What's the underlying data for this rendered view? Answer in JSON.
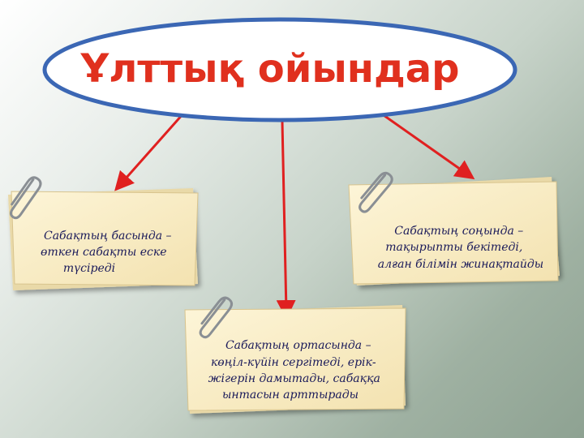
{
  "title": "Ұлттық ойындар",
  "colors": {
    "title": "#e0301e",
    "ellipse_border": "#3b67b4",
    "arrow": "#e02020",
    "note_text": "#1a1a5a",
    "note_paper": "#f8ecc4"
  },
  "notes": [
    {
      "id": "left",
      "lines": [
        "Сабақтың басында –",
        "өткен сабақты еске",
        "түсіреді"
      ]
    },
    {
      "id": "right",
      "lines": [
        "Сабақтың соңында –",
        "тақырыпты бекітеді,",
        "алған білімін жинақтайды"
      ]
    },
    {
      "id": "middle",
      "lines": [
        "Сабақтың ортасында –",
        "көңіл-күйін сергітеді, ерік-",
        "жігерін дамытады, сабаққа",
        "ынтасын арттырады"
      ]
    }
  ]
}
